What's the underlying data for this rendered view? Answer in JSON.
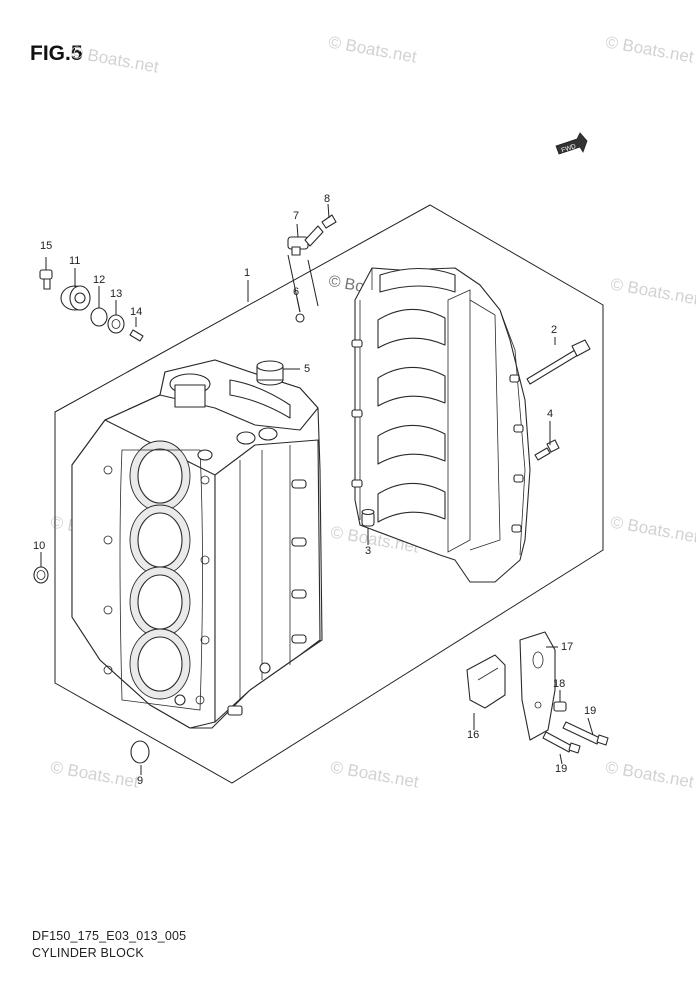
{
  "figure_title": "FIG.5",
  "footer": {
    "code": "DF150_175_E03_013_005",
    "name": "CYLINDER BLOCK"
  },
  "watermark_text": "© Boats.net",
  "fwd_badge": "FWD",
  "callouts": [
    "1",
    "2",
    "3",
    "4",
    "5",
    "6",
    "7",
    "8",
    "9",
    "10",
    "11",
    "12",
    "13",
    "14",
    "15",
    "16",
    "17",
    "18",
    "19",
    "19"
  ],
  "colors": {
    "ink": "#222222",
    "watermark": "#d2d2d2",
    "background": "#ffffff"
  }
}
